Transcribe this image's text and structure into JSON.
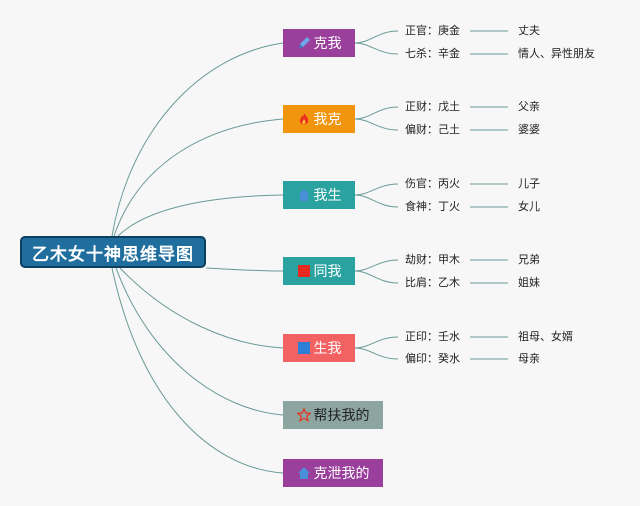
{
  "root": {
    "label": "乙木女十神思维导图"
  },
  "branches": [
    {
      "label": "克我",
      "icon": "pencil-icon",
      "leaves": [
        {
          "label": "正官：庚金",
          "value": "丈夫"
        },
        {
          "label": "七杀：辛金",
          "value": "情人、异性朋友"
        }
      ]
    },
    {
      "label": "我克",
      "icon": "flame-icon",
      "leaves": [
        {
          "label": "正财：戊土",
          "value": "父亲"
        },
        {
          "label": "偏财：己土",
          "value": "婆婆"
        }
      ]
    },
    {
      "label": "我生",
      "icon": "house-icon",
      "leaves": [
        {
          "label": "伤官：丙火",
          "value": "儿子"
        },
        {
          "label": "食神：丁火",
          "value": "女儿"
        }
      ]
    },
    {
      "label": "同我",
      "icon": "red-square-icon",
      "leaves": [
        {
          "label": "劫财：甲木",
          "value": "兄弟"
        },
        {
          "label": "比肩：乙木",
          "value": "姐妹"
        }
      ]
    },
    {
      "label": "生我",
      "icon": "blue-square-icon",
      "leaves": [
        {
          "label": "正印：壬水",
          "value": "祖母、女婿"
        },
        {
          "label": "偏印：癸水",
          "value": "母亲"
        }
      ]
    },
    {
      "label": "帮扶我的",
      "icon": "star-icon",
      "leaves": []
    },
    {
      "label": "克泄我的",
      "icon": "house-icon",
      "leaves": []
    }
  ],
  "colors": {
    "root": "#1f6e9e",
    "line": "#6a9a98",
    "ke": "#9a3f9c",
    "woke": "#f2950e",
    "sheng": "#2aa3a0",
    "tong": "#2aa3a0",
    "shengwo": "#f26262",
    "bang": "#8ca5a1",
    "xie": "#9a3f9c"
  }
}
